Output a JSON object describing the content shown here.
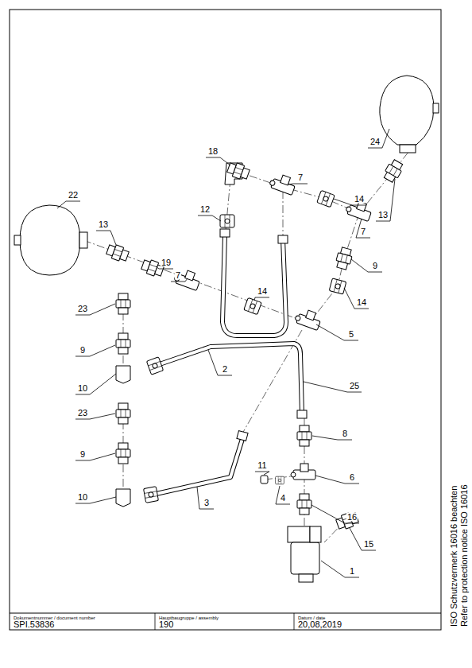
{
  "diagram": {
    "labels": [
      "24",
      "18",
      "7",
      "22",
      "14",
      "12",
      "13",
      "13",
      "7",
      "19",
      "9",
      "7",
      "14",
      "14",
      "23",
      "5",
      "9",
      "2",
      "25",
      "10",
      "23",
      "8",
      "9",
      "11",
      "6",
      "10",
      "4",
      "3",
      "16",
      "15",
      "1",
      "Dokumentnummer / document number",
      "SPI.53836",
      "Hauptbaugruppe / assembly",
      "190",
      "Datum / date",
      "20,08,2019",
      "ISO Schutzvermerk 16016 beachten",
      "Refer to protection notice ISO 16016"
    ]
  }
}
